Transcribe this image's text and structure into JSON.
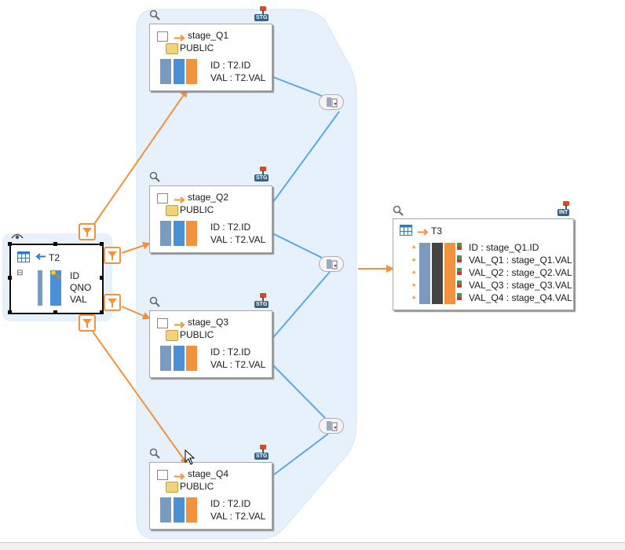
{
  "colors": {
    "link_orange": "#f2923c",
    "link_blue": "#5aa9e6",
    "region": "#e6f1fc",
    "tag_bg": "#3a5f83"
  },
  "source": {
    "name": "T2",
    "attributes": [
      "ID",
      "QNO",
      "VAL"
    ],
    "icons": [
      "table-icon",
      "load-arrow-icon",
      "collapse-icon",
      "eye-icon",
      "key-icon"
    ]
  },
  "stages": [
    {
      "name": "stage_Q1",
      "schema": "PUBLIC",
      "tag": "STG",
      "attrs": [
        "ID : T2.ID",
        "VAL : T2.VAL"
      ]
    },
    {
      "name": "stage_Q2",
      "schema": "PUBLIC",
      "tag": "STG",
      "attrs": [
        "ID : T2.ID",
        "VAL : T2.VAL"
      ]
    },
    {
      "name": "stage_Q3",
      "schema": "PUBLIC",
      "tag": "STG",
      "attrs": [
        "ID : T2.ID",
        "VAL : T2.VAL"
      ]
    },
    {
      "name": "stage_Q4",
      "schema": "PUBLIC",
      "tag": "STG",
      "attrs": [
        "ID : T2.ID",
        "VAL : T2.VAL"
      ]
    }
  ],
  "target": {
    "name": "T3",
    "tag": "INT",
    "attrs": [
      "ID : stage_Q1.ID",
      "VAL_Q1 : stage_Q1.VAL",
      "VAL_Q2 : stage_Q2.VAL",
      "VAL_Q3 : stage_Q3.VAL",
      "VAL_Q4 : stage_Q4.VAL"
    ],
    "required_marker": "*"
  },
  "icons": {
    "filter": "filter-funnel-icon",
    "join": "join-icon",
    "zoom": "magnifier-icon",
    "cursor": "mouse-pointer-icon"
  }
}
